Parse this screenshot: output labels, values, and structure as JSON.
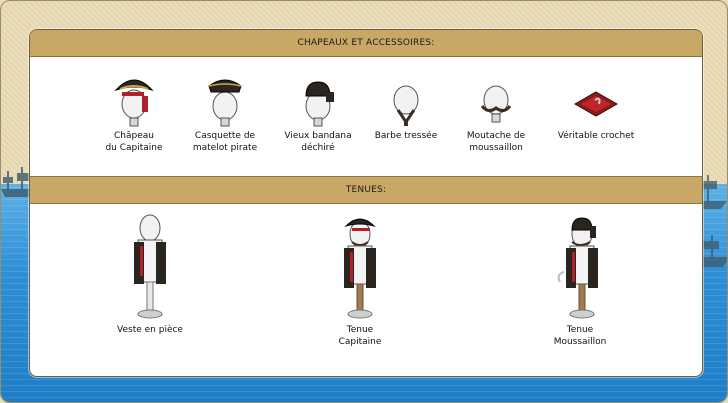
{
  "sections": {
    "accessories_title": "CHAPEAUX ET ACCESSOIRES:",
    "outfits_title": "TENUES:"
  },
  "accessories": [
    {
      "label": "Châpeau\ndu Capitaine",
      "icon": "captain-hat-icon"
    },
    {
      "label": "Casquette de\nmatelot pirate",
      "icon": "sailor-cap-icon"
    },
    {
      "label": "Vieux bandana\ndéchiré",
      "icon": "bandana-icon"
    },
    {
      "label": "Barbe tressée",
      "icon": "braided-beard-icon"
    },
    {
      "label": "Moutache de\nmoussaillon",
      "icon": "mustache-icon"
    },
    {
      "label": "Véritable crochet",
      "icon": "hook-icon"
    }
  ],
  "outfits": [
    {
      "label": "Veste en pièce",
      "icon": "ragged-jacket-icon"
    },
    {
      "label": "Tenue\nCapitaine",
      "icon": "captain-outfit-icon"
    },
    {
      "label": "Tenue\nMoussaillon",
      "icon": "cabin-boy-outfit-icon"
    }
  ],
  "colors": {
    "header_bar": "#c9a866",
    "sea": "#2e8fd6",
    "parchment": "#eadcb5"
  }
}
